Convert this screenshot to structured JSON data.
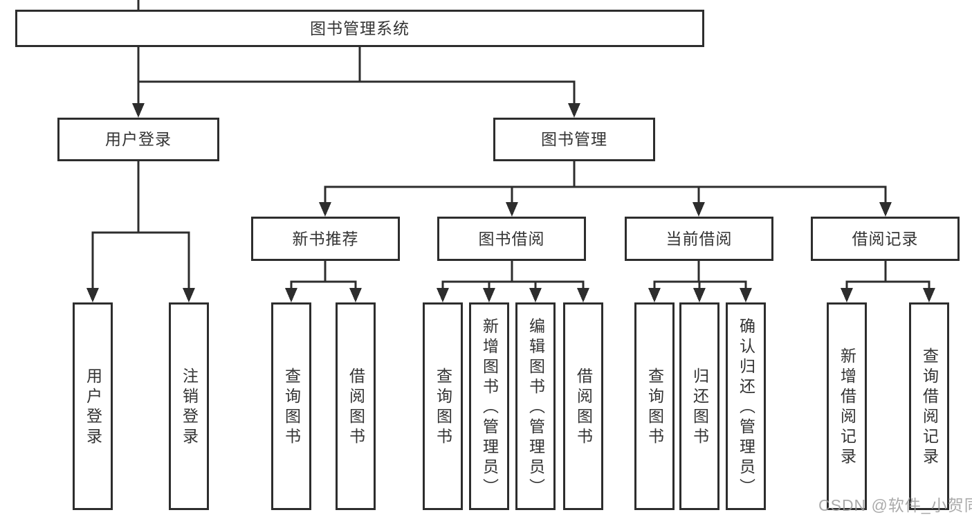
{
  "diagram": {
    "root": {
      "label": "图书管理系统"
    },
    "branches": [
      {
        "label": "用户登录",
        "children": [
          {
            "label": "用户登录"
          },
          {
            "label": "注销登录"
          }
        ]
      },
      {
        "label": "图书管理",
        "children": [
          {
            "label": "新书推荐",
            "children": [
              {
                "label": "查询图书"
              },
              {
                "label": "借阅图书"
              }
            ]
          },
          {
            "label": "图书借阅",
            "children": [
              {
                "label": "查询图书"
              },
              {
                "label": "新增图书（管理员）"
              },
              {
                "label": "编辑图书（管理员）"
              },
              {
                "label": "借阅图书"
              }
            ]
          },
          {
            "label": "当前借阅",
            "children": [
              {
                "label": "查询图书"
              },
              {
                "label": "归还图书"
              },
              {
                "label": "确认归还（管理员）"
              }
            ]
          },
          {
            "label": "借阅记录",
            "children": [
              {
                "label": "新增借阅记录"
              },
              {
                "label": "查询借阅记录"
              }
            ]
          }
        ]
      }
    ]
  },
  "watermark": {
    "text": "CSDN @软件_小贺同学"
  },
  "colors": {
    "line": "#2d2d2d",
    "text": "#333333",
    "watermark": "#9c9c9c",
    "background": "#ffffff"
  }
}
